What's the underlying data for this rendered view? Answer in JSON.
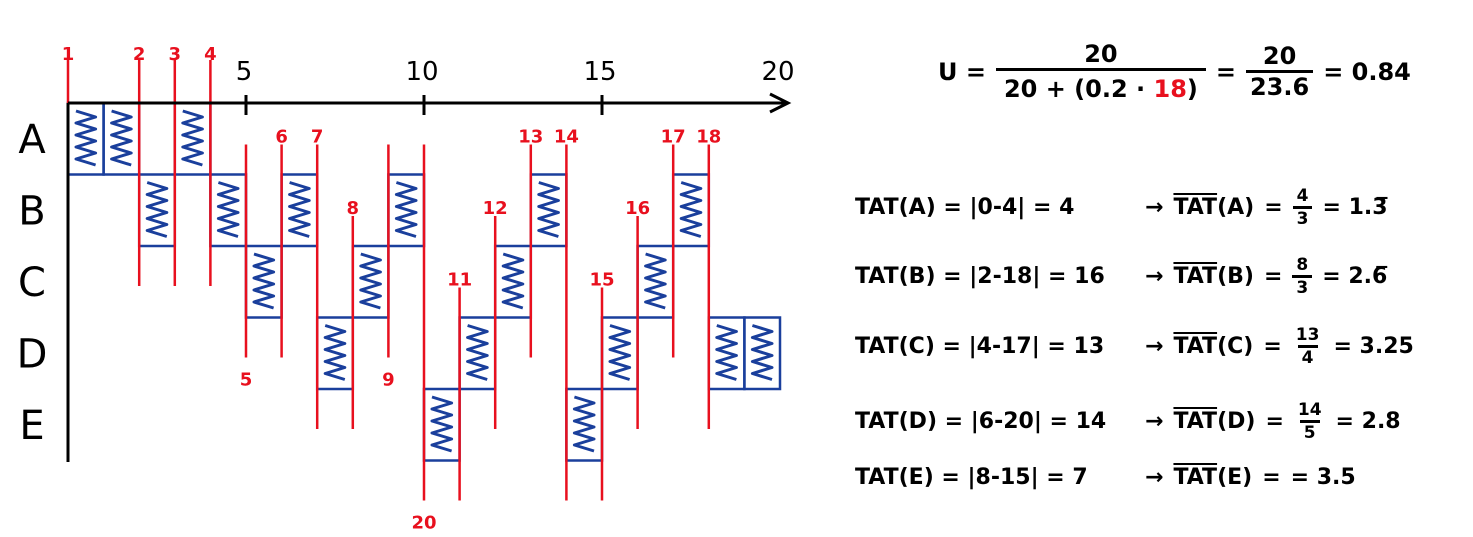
{
  "colors": {
    "process": "#1a3f9c",
    "marker": "#e8101e",
    "ink": "#000000"
  },
  "timeline": {
    "axis_ticks": [
      "5",
      "10",
      "15",
      "20"
    ],
    "rows": [
      "A",
      "B",
      "C",
      "D",
      "E"
    ],
    "schedule": [
      {
        "row": "A",
        "start": 0,
        "end": 2
      },
      {
        "row": "B",
        "start": 2,
        "end": 3
      },
      {
        "row": "A",
        "start": 3,
        "end": 4
      },
      {
        "row": "B",
        "start": 4,
        "end": 5
      },
      {
        "row": "C",
        "start": 5,
        "end": 6
      },
      {
        "row": "B",
        "start": 6,
        "end": 7
      },
      {
        "row": "D",
        "start": 7,
        "end": 8
      },
      {
        "row": "C",
        "start": 8,
        "end": 9
      },
      {
        "row": "B",
        "start": 9,
        "end": 10
      },
      {
        "row": "E",
        "start": 10,
        "end": 11
      },
      {
        "row": "D",
        "start": 11,
        "end": 12
      },
      {
        "row": "C",
        "start": 12,
        "end": 13
      },
      {
        "row": "B",
        "start": 13,
        "end": 14
      },
      {
        "row": "E",
        "start": 14,
        "end": 15
      },
      {
        "row": "D",
        "start": 15,
        "end": 16
      },
      {
        "row": "C",
        "start": 16,
        "end": 17
      },
      {
        "row": "B",
        "start": 17,
        "end": 18
      },
      {
        "row": "D",
        "start": 18,
        "end": 20
      }
    ],
    "switch_markers": [
      {
        "n": "1",
        "t": 0,
        "label_pos": "top"
      },
      {
        "n": "2",
        "t": 2,
        "label_pos": "top"
      },
      {
        "n": "3",
        "t": 3,
        "label_pos": "top"
      },
      {
        "n": "4",
        "t": 4,
        "label_pos": "top"
      },
      {
        "n": "5",
        "t": 5,
        "label_pos": "bottom"
      },
      {
        "n": "6",
        "t": 6,
        "label_pos": "mid"
      },
      {
        "n": "7",
        "t": 7,
        "label_pos": "mid"
      },
      {
        "n": "8",
        "t": 8,
        "label_pos": "mid"
      },
      {
        "n": "9",
        "t": 9,
        "label_pos": "bottom"
      },
      {
        "n": "20",
        "t": 10,
        "label_pos": "bottom"
      },
      {
        "n": "11",
        "t": 11,
        "label_pos": "mid"
      },
      {
        "n": "12",
        "t": 12,
        "label_pos": "mid"
      },
      {
        "n": "13",
        "t": 13,
        "label_pos": "mid"
      },
      {
        "n": "14",
        "t": 14,
        "label_pos": "mid"
      },
      {
        "n": "15",
        "t": 15,
        "label_pos": "mid"
      },
      {
        "n": "16",
        "t": 16,
        "label_pos": "mid"
      },
      {
        "n": "17",
        "t": 17,
        "label_pos": "mid"
      },
      {
        "n": "18",
        "t": 18,
        "label_pos": "mid"
      }
    ]
  },
  "utilization": {
    "lhs": "U =",
    "numerator": "20",
    "denom_left": "20 + (0.2 ·",
    "denom_red": "18",
    "denom_right": ")",
    "eq1": "=",
    "numerator2": "20",
    "denominator2": "23.6",
    "eq2": "= 0.84"
  },
  "tat": [
    {
      "lhs": "TAT(A) = |0-4| = 4",
      "arrow": "→",
      "bar": "TAT",
      "proc": "(A)",
      "eq": "=",
      "num": "4",
      "den": "3",
      "res": "= 1.3̅"
    },
    {
      "lhs": "TAT(B) = |2-18| = 16",
      "arrow": "→",
      "bar": "TAT",
      "proc": "(B)",
      "eq": "=",
      "num": "8",
      "den": "3",
      "res": "= 2.6̅"
    },
    {
      "lhs": "TAT(C) = |4-17| = 13",
      "arrow": "→",
      "bar": "TAT",
      "proc": "(C)",
      "eq": "=",
      "num": "13",
      "den": "4",
      "res": "= 3.25"
    },
    {
      "lhs": "TAT(D) = |6-20| = 14",
      "arrow": "→",
      "bar": "TAT",
      "proc": "(D)",
      "eq": "=",
      "num": "14",
      "den": "5",
      "res": "= 2.8"
    },
    {
      "lhs": "TAT(E) = |8-15| = 7",
      "arrow": "→",
      "bar": "TAT",
      "proc": "(E)",
      "eq": "=",
      "num": "",
      "den": "",
      "res": "= 3.5"
    }
  ]
}
